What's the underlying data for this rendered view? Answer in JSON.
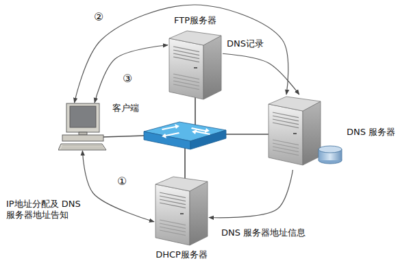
{
  "diagram": {
    "nodes": [
      {
        "text": [
          "FTP服务器"
        ]
      },
      {
        "text": [
          "客户端"
        ]
      },
      {
        "text": [
          "DNS 服务器"
        ]
      },
      {
        "text": [
          "DHCP服务器"
        ]
      }
    ],
    "edges": [
      {
        "from": 1,
        "to": 0,
        "arrow": "both"
      },
      {
        "from": 1,
        "to": 2,
        "arrow": "both"
      },
      {
        "from": 0,
        "to": 2,
        "arrow": "to",
        "label": "DNS记录"
      },
      {
        "from": 1,
        "to": 3,
        "arrow": "both",
        "label": "IP地址分配及 DNS服务器地址告知"
      },
      {
        "from": 2,
        "to": 3,
        "arrow": "to",
        "label": "DNS 服务器地址信息"
      }
    ],
    "labels": [
      "①",
      "②",
      "③"
    ]
  }
}
